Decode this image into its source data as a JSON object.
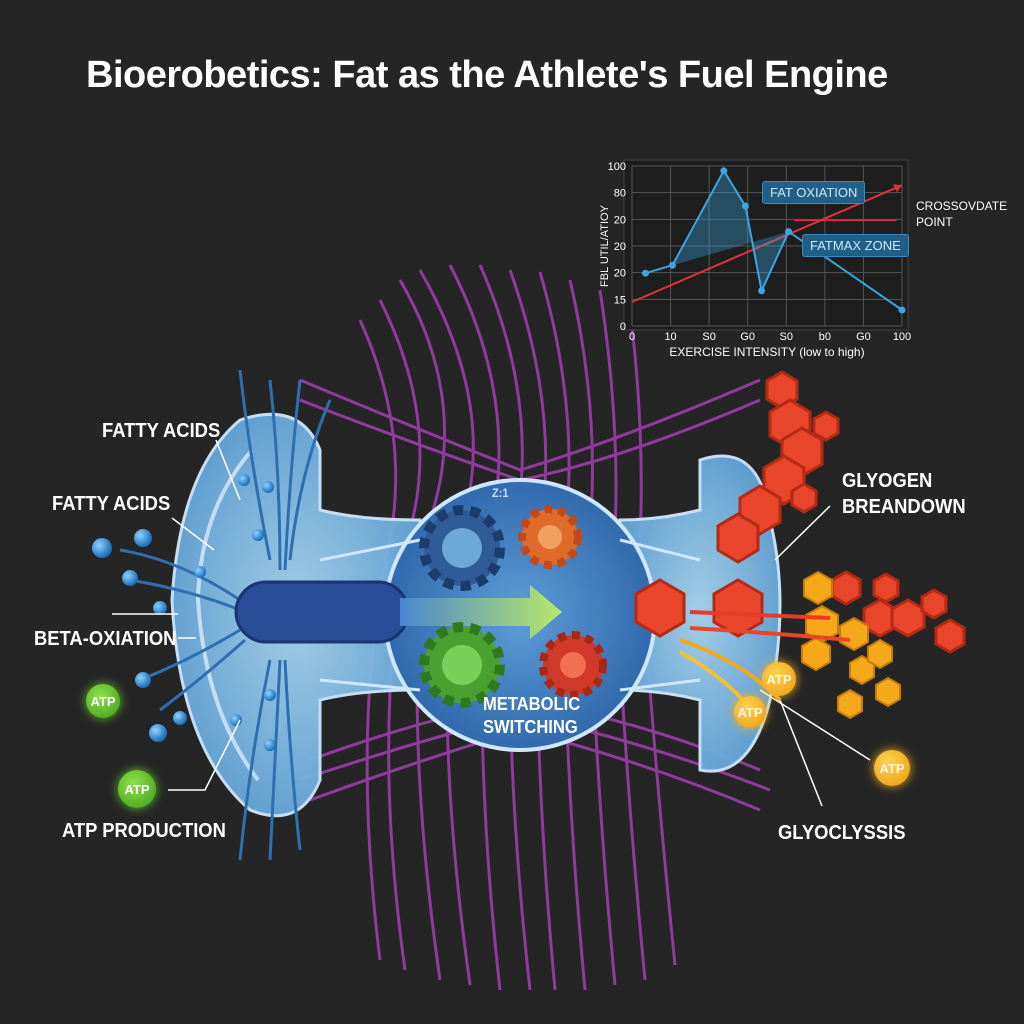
{
  "title": "Bioerobetics: Fat as the Athlete's Fuel Engine",
  "labels": {
    "fatty_acids_top": "FATTY ACIDS",
    "fatty_acids": "FATTY ACIDS",
    "beta_oxidation": "BETA-OXIATION",
    "atp_production": "ATP PRODUCTION",
    "metabolic_switching_line1": "METABOLIC",
    "metabolic_switching_line2": "SWITCHING",
    "glycogen_line1": "GLYOGEN",
    "glycogen_line2": "BREANDOWN",
    "glycolysis": "GLYOCLYSSIS",
    "mito_mark": "Z:1"
  },
  "badges": {
    "atp": "ATP"
  },
  "chart_data": {
    "type": "line",
    "xlabel": "EXERCISE INTENSITY (low to high)",
    "ylabel": "FBL UTIL/ATIOY",
    "x_ticks": [
      "0",
      "10",
      "S0",
      "G0",
      "S0",
      "b0",
      "G0",
      "100"
    ],
    "y_ticks": [
      "0",
      "15",
      "20",
      "20",
      "20",
      "80",
      "100"
    ],
    "annotations": {
      "fat_oxidation": "FAT OXIATION",
      "fatmax_zone": "FATMAX ZONE",
      "crossover": "CROSSOVDATE POINT"
    },
    "colors": {
      "fat": "#3aa6e0",
      "carb": "#e0303a",
      "grid": "#555555"
    }
  },
  "colors": {
    "background": "#252526",
    "cell": "#8fc4e8",
    "cell_dark": "#3a78b8",
    "muscle": "#9b3fa8",
    "carb": "#e8452a",
    "glucose": "#f5a91a"
  }
}
